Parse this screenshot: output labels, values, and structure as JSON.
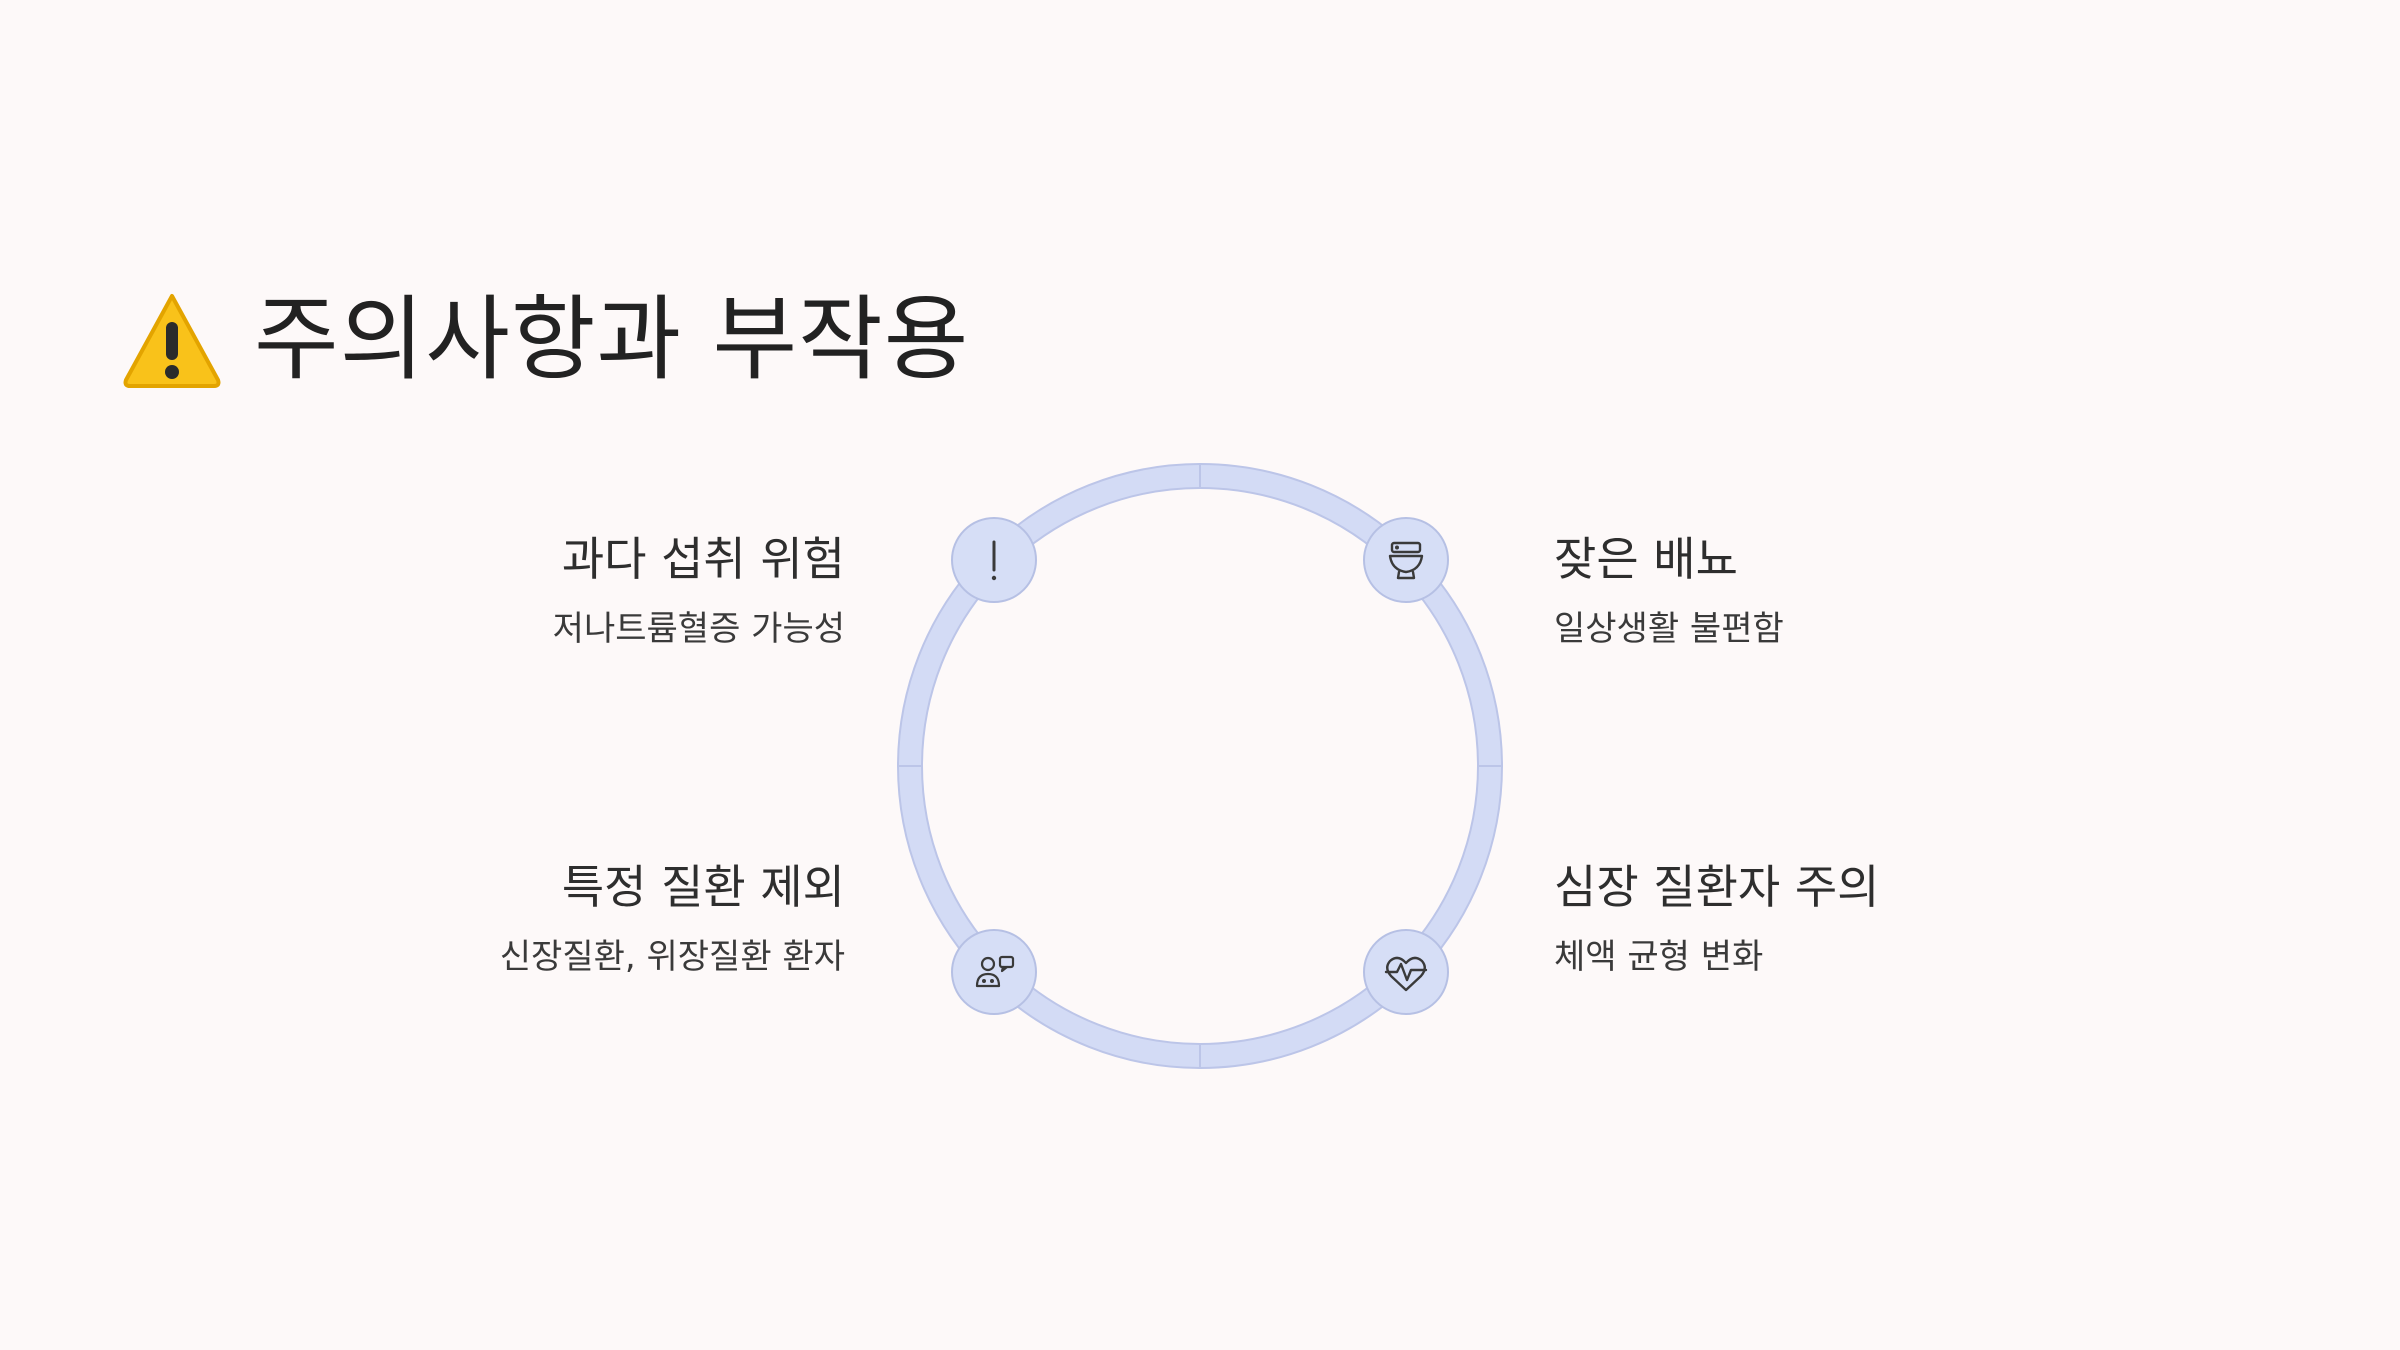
{
  "title": {
    "icon": "warning-icon",
    "text": "주의사항과 부작용"
  },
  "colors": {
    "ring": "#d3dbf5",
    "ring_stroke": "#b9c2e6",
    "node_fill": "#d6def6",
    "node_stroke": "#b6c0e4",
    "icon": "#3a3a3a",
    "background": "#fdf9f9",
    "warning_fill": "#f9c21a",
    "warning_stroke": "#e3a400"
  },
  "items": [
    {
      "id": "overdose",
      "icon": "exclamation-icon",
      "heading": "과다 섭취 위험",
      "detail": "저나트륨혈증 가능성"
    },
    {
      "id": "frequent-bowel",
      "icon": "toilet-icon",
      "heading": "잦은 배뇨",
      "detail": "일상생활 불편함"
    },
    {
      "id": "disease-exclusion",
      "icon": "patient-consult-icon",
      "heading": "특정 질환 제외",
      "detail": "신장질환, 위장질환 환자"
    },
    {
      "id": "heart-patient",
      "icon": "heartbeat-icon",
      "heading": "심장 질환자 주의",
      "detail": "체액 균형 변화"
    }
  ]
}
